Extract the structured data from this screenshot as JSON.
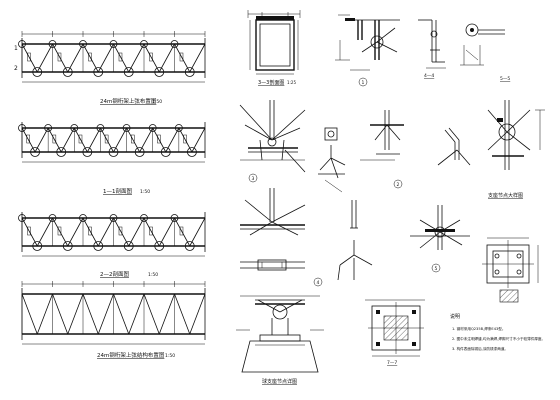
{
  "truss_views": [
    {
      "caption": "24m钢桁架上弦布置图",
      "scale": "1:50"
    },
    {
      "caption": "1—1剖面图",
      "scale": "1:50"
    },
    {
      "caption": "2—2剖面图",
      "scale": "1:50"
    },
    {
      "caption": "24m钢桁架上弦结构布置图",
      "scale": "1:50"
    }
  ],
  "grid_labels": {
    "one": "1",
    "two": "2"
  },
  "details": {
    "section_33": {
      "caption": "3—3剖面图",
      "scale": "1:25"
    },
    "section_44": {
      "caption": "4—4"
    },
    "section_55": {
      "caption": "5—5"
    },
    "section_77": {
      "caption": "7—7"
    },
    "knot_1": "1",
    "knot_2": "2",
    "knot_3": "3",
    "knot_4": "4",
    "knot_5": "5",
    "support_caption": "支座节点大样图",
    "bearing_caption": "球支座节点详图"
  },
  "notes": {
    "heading": "说明",
    "lines": [
      "1. 钢材采用Q235B,焊条E43型。",
      "2. 图中未注明焊缝,均为满焊,焊脚尺寸不小于较薄件厚度。",
      "3. 构件表面除锈后,涂防锈漆两道。"
    ]
  },
  "colors": {
    "ink": "#111111",
    "paper": "#ffffff"
  }
}
